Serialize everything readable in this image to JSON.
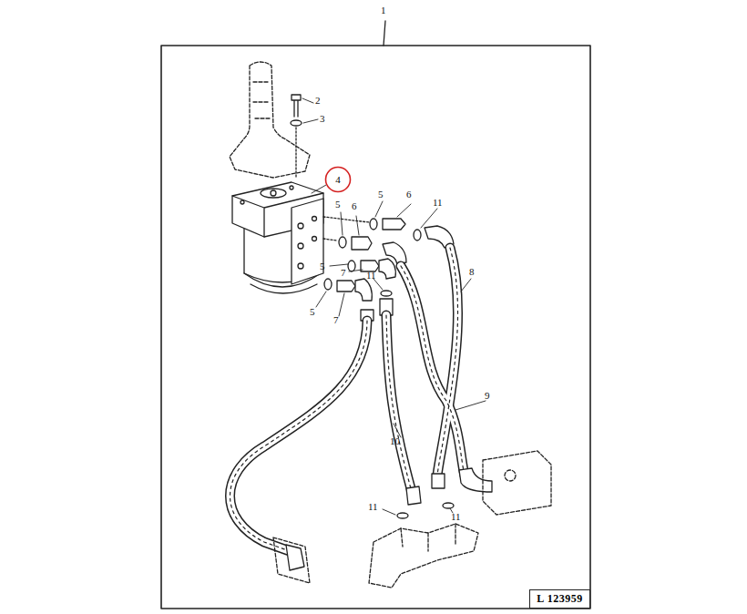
{
  "diagram": {
    "nodes": [
      {
        "text": [
          "4"
        ]
      },
      {
        "text": [
          "L 123959"
        ]
      }
    ],
    "labels": [
      "1",
      "2",
      "3",
      "5",
      "6",
      "11",
      "5",
      "6",
      "5",
      "7",
      "11",
      "5",
      "7",
      "8",
      "9",
      "10",
      "11",
      "11"
    ]
  }
}
